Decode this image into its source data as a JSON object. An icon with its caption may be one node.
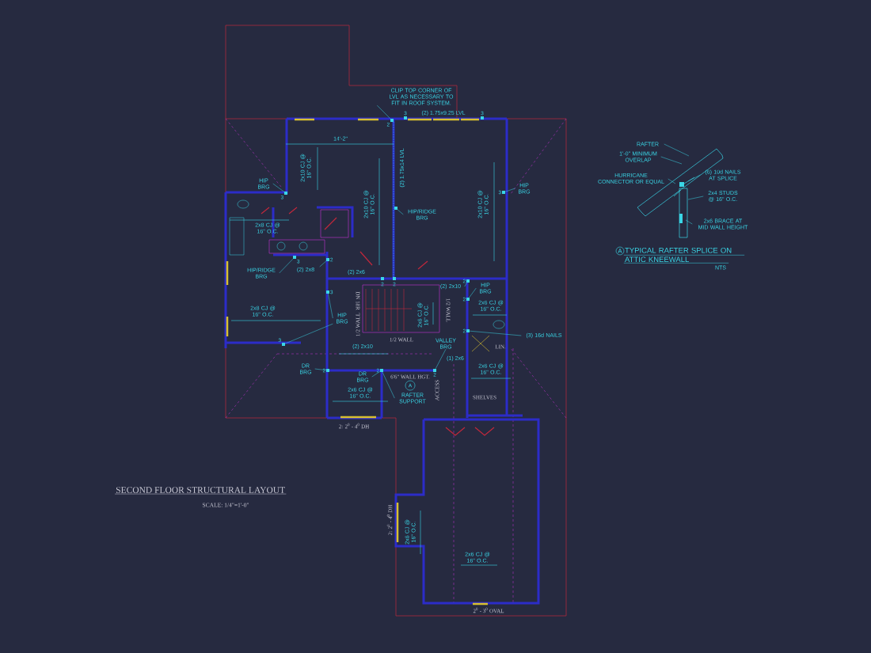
{
  "diagram": {
    "title": "SECOND FLOOR STRUCTURAL LAYOUT",
    "nodes": [
      {
        "text": [
          "CLIP TOP CORNER OF LVL AS NECESSARY TO FIT IN ROOF SYSTEM."
        ]
      },
      {
        "text": [
          "HIP BRG"
        ]
      },
      {
        "text": [
          "HIP BRG"
        ]
      },
      {
        "text": [
          "HIP/RIDGE BRG"
        ]
      },
      {
        "text": [
          "HIP/RIDGE BRG"
        ]
      },
      {
        "text": [
          "(2) 2x8"
        ]
      },
      {
        "text": [
          "HIP BRG"
        ]
      },
      {
        "text": [
          "(2) 2x10"
        ]
      },
      {
        "text": [
          "HIP BRG"
        ]
      },
      {
        "text": [
          "(3) 16d NAILS"
        ]
      },
      {
        "text": [
          "VALLEY BRG"
        ]
      },
      {
        "text": [
          "DR BRG"
        ]
      },
      {
        "text": [
          "DR BRG"
        ]
      },
      {
        "text": [
          "RAFTER SUPPORT"
        ]
      },
      {
        "text": [
          "RAFTER"
        ]
      },
      {
        "text": [
          "1'-0\" MINIMUM OVERLAP"
        ]
      },
      {
        "text": [
          "HURRICANE CONNECTOR OR EQUAL"
        ]
      },
      {
        "text": [
          "(6) 10d NAILS AT SPLICE"
        ]
      },
      {
        "text": [
          "2x4 STUDS @ 16\" O.C."
        ]
      },
      {
        "text": [
          "2x6 BRACE AT MID WALL HEIGHT"
        ]
      },
      {
        "text": [
          "2"
        ]
      },
      {
        "text": [
          "3"
        ]
      },
      {
        "text": [
          "3"
        ]
      },
      {
        "text": [],
        "shape": "box"
      },
      {
        "text": [
          "3"
        ]
      },
      {
        "text": [
          "2"
        ]
      },
      {
        "text": [
          "3"
        ]
      },
      {
        "text": [
          "3"
        ]
      },
      {
        "text": [
          "2"
        ]
      },
      {
        "text": [
          "2"
        ]
      },
      {
        "text": [
          "2"
        ]
      },
      {
        "text": [
          "2"
        ]
      },
      {
        "text": [
          "2"
        ]
      },
      {
        "text": [
          "2"
        ]
      }
    ],
    "edges": [
      {
        "from": 0,
        "to": 20,
        "arrow": "none"
      },
      {
        "from": 1,
        "to": 21,
        "arrow": "none"
      },
      {
        "from": 2,
        "to": 22,
        "arrow": "none"
      },
      {
        "from": 3,
        "to": 23,
        "arrow": "none"
      },
      {
        "from": 4,
        "to": 24,
        "arrow": "none"
      },
      {
        "from": 5,
        "to": 25,
        "arrow": "none"
      },
      {
        "from": 6,
        "to": 26,
        "arrow": "none"
      },
      {
        "from": 6,
        "to": 27,
        "arrow": "none"
      },
      {
        "from": 7,
        "to": 28,
        "arrow": "none"
      },
      {
        "from": 8,
        "to": 29,
        "arrow": "none"
      },
      {
        "from": 9,
        "to": 30,
        "arrow": "none"
      },
      {
        "from": 10,
        "to": 31,
        "arrow": "none"
      },
      {
        "from": 11,
        "to": 32,
        "arrow": "none"
      },
      {
        "from": 12,
        "to": 33,
        "arrow": "none"
      },
      {
        "from": 13,
        "to": 33,
        "arrow": "none"
      },
      {
        "from": 14,
        "to": null,
        "arrow": "none"
      },
      {
        "from": 15,
        "to": null,
        "arrow": "none"
      },
      {
        "from": 16,
        "to": null,
        "arrow": "none"
      },
      {
        "from": 17,
        "to": null,
        "arrow": "none"
      },
      {
        "from": 18,
        "to": null,
        "arrow": "none"
      },
      {
        "from": 19,
        "to": null,
        "arrow": "none"
      }
    ],
    "labels": [
      "3",
      "(2) 1.75x9.25 LVL",
      "3",
      "14'-2\"",
      "2x10 CJ @ 16\" O.C.",
      "(2) 1.75x14 LVL",
      "2x10 CJ @ 16\" O.C.",
      "2x10 CJ @ 16\" O.C.",
      "2x8 CJ @ 16\" O.C.",
      "(2) 2x6",
      "2",
      "2",
      "DN 18R",
      "2x8 CJ @ 16\" O.C.",
      "1/2 WALL",
      "2x6 CJ @ 16\" O.C.",
      "1/2 WALL",
      "2x6 CJ @ 16\" O.C.",
      "1/2 WALL",
      "(2) 2x10",
      "LIN.",
      "(1) 2x6",
      "6'6\" WALL HGT.",
      "A",
      "2x6 CJ @ 16\" O.C.",
      "ACCESS",
      "2x6 CJ @ 16\" O.C.",
      "SHELVES",
      "2: 2$^{0}$ - 4$^{0}$ DH",
      "2: 2$^{0}$ - 4$^{0}$ DH",
      "2x6 CJ @ 16\" O.C.",
      "2x6 CJ @ 16\" O.C.",
      "2$^{0}$ - 3$^{0}$ OVAL",
      "SCALE: 1/4\"=1'-0\"",
      "A",
      "TYPICAL RAFTER SPLICE ON ATTIC KNEEWALL",
      "NTS"
    ]
  }
}
